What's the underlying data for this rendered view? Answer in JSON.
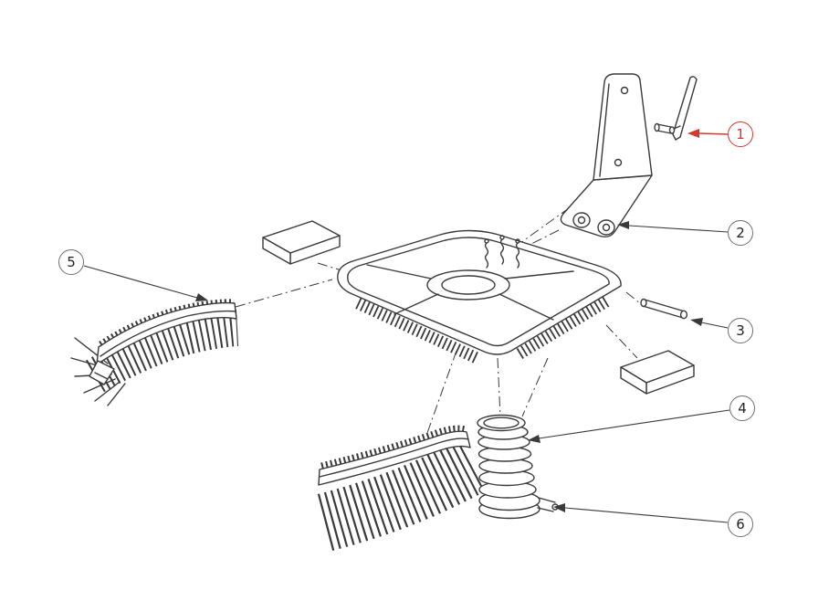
{
  "diagram": {
    "background_color": "#ffffff",
    "line_color": "#3a3a3a",
    "highlight_color": "#d33a2c",
    "callout_ring_color": "#6f6f6f",
    "callouts": [
      {
        "label": "1",
        "highlighted": true
      },
      {
        "label": "2",
        "highlighted": false
      },
      {
        "label": "3",
        "highlighted": false
      },
      {
        "label": "4",
        "highlighted": false
      },
      {
        "label": "5",
        "highlighted": false
      },
      {
        "label": "6",
        "highlighted": false
      }
    ]
  }
}
